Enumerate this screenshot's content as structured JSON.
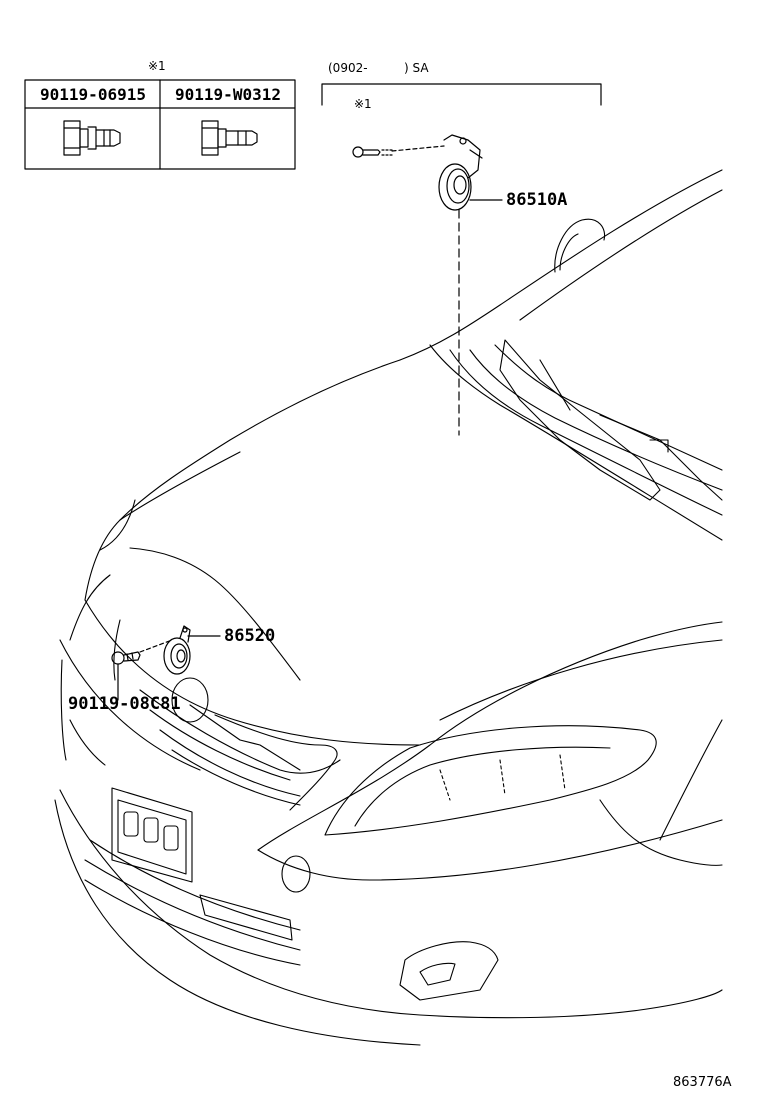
{
  "legend": {
    "mark": "※1",
    "parts": [
      {
        "part_no": "90119-06915"
      },
      {
        "part_no": "90119-W0312"
      }
    ]
  },
  "variant_note": {
    "date": "(0902-",
    "suffix": ") SA",
    "mark": "※1"
  },
  "callouts": {
    "horn_high": "86510A",
    "horn_low": "86520",
    "bolt": "90119-08C81"
  },
  "illustration_id": "863776A",
  "icons": [
    "bolt-icon",
    "horn-icon",
    "car-outline"
  ]
}
